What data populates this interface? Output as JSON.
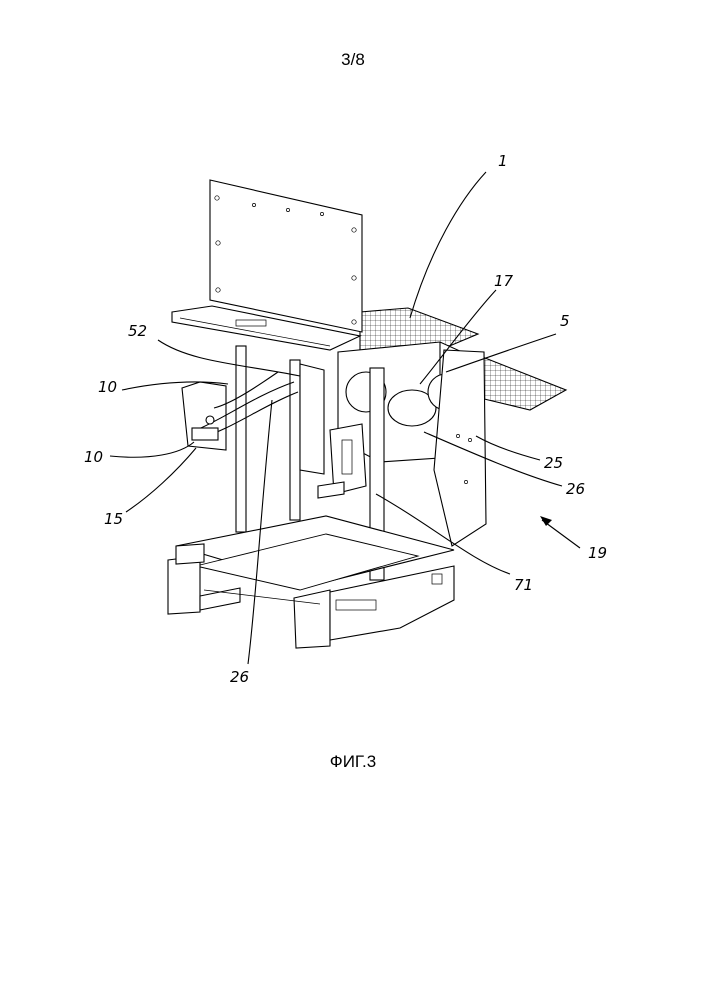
{
  "sheet": {
    "page_number": "3/8",
    "caption": "ФИГ.3"
  },
  "reference_numerals": {
    "r1": "1",
    "r17": "17",
    "r5": "5",
    "r52": "52",
    "r10a": "10",
    "r10b": "10",
    "r15": "15",
    "r25": "25",
    "r26a": "26",
    "r26b": "26",
    "r19": "19",
    "r71": "71"
  }
}
